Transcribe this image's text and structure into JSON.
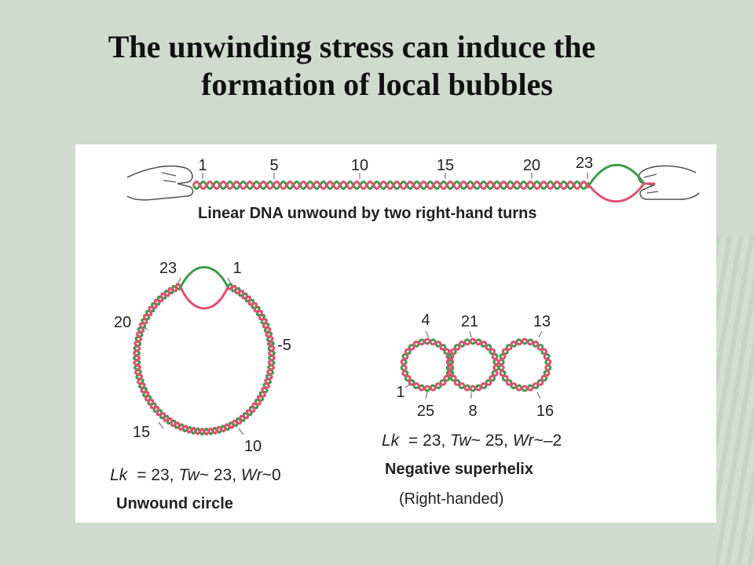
{
  "slide": {
    "title_line1": "The unwinding stress can induce the",
    "title_line2": "formation of local bubbles"
  },
  "colors": {
    "background": "#cfdccd",
    "strand_green": "#3f9a4c",
    "strand_red": "#e0506f"
  },
  "linear": {
    "markers": [
      "1",
      "5",
      "10",
      "15",
      "20",
      "23"
    ],
    "caption": "Linear DNA unwound by two right-hand turns"
  },
  "circle": {
    "labels": {
      "top_left": "23",
      "top_right": "1",
      "left": "20",
      "right": "-5",
      "bottom_left": "15",
      "bottom_right": "10"
    },
    "eq": {
      "lk": "Lk",
      "eq1": "= 23, ",
      "tw": "Tw",
      "eq2": "~ 23, ",
      "wr": "Wr",
      "eq3": "~0"
    },
    "caption": "Unwound circle"
  },
  "superhelix": {
    "labels": {
      "t1": "4",
      "t2": "21",
      "t3": "13",
      "b0": "1",
      "b1": "25",
      "b2": "8",
      "b3": "16"
    },
    "eq": {
      "lk": "Lk",
      "eq1": " = 23, ",
      "tw": "Tw",
      "eq2": "~ 25, ",
      "wr": "Wr",
      "eq3": "~–2"
    },
    "caption": "Negative superhelix",
    "subcaption": "(Right-handed)"
  }
}
